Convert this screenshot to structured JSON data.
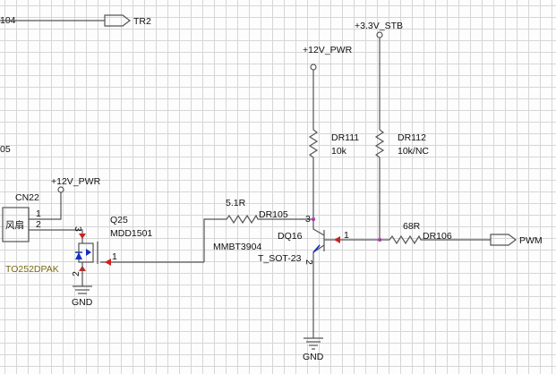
{
  "labels": {
    "left_net_top": "104",
    "left_net_mid": "05",
    "tr2_port": "TR2",
    "pwm_port": "PWM",
    "rail_3v3": "+3.3V_STB",
    "rail_12v_right": "+12V_PWR",
    "rail_12v_left": "+12V_PWR",
    "gnd_left": "GND",
    "gnd_right": "GND"
  },
  "components": {
    "dr111": {
      "ref": "DR111",
      "value": "10k"
    },
    "dr112": {
      "ref": "DR112",
      "value": "10k/NC"
    },
    "dr105": {
      "ref": "DR105",
      "value": "5.1R"
    },
    "dr106": {
      "ref": "DR106",
      "value": "68R"
    },
    "dq16": {
      "ref": "DQ16",
      "part": "MMBT3904",
      "package": "T_SOT-23",
      "pin_base": "1",
      "pin_emitter": "2",
      "pin_collector": "3"
    },
    "q25": {
      "ref": "Q25",
      "part": "MDD1501",
      "package": "TO252DPAK",
      "pin_gate": "1",
      "pin_source": "2",
      "pin_drain": "3"
    },
    "cn22": {
      "ref": "CN22",
      "name": "风扇",
      "pin1": "1",
      "pin2": "2"
    }
  },
  "colors": {
    "wire": "#555555",
    "junction": "#c040c0",
    "pin_arrow": "#cc2222",
    "diode": "#1030c0"
  }
}
